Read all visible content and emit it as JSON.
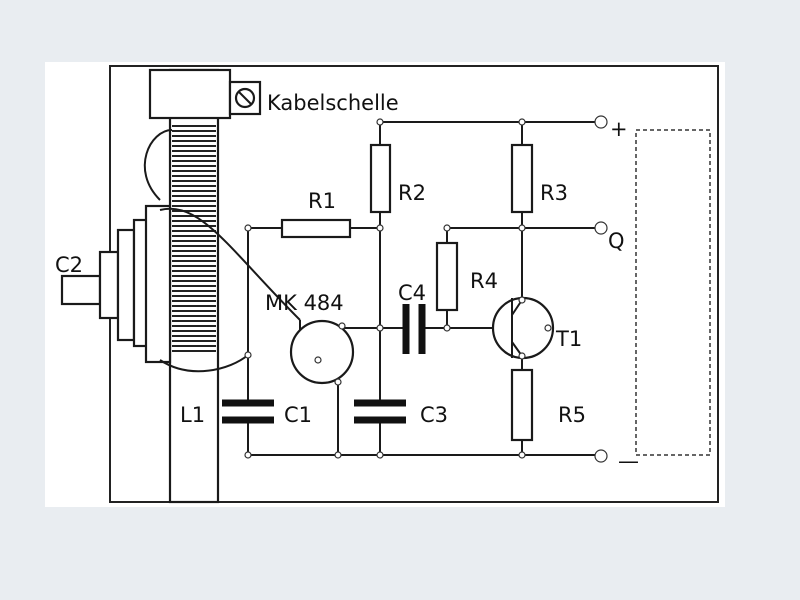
{
  "diagram": {
    "clamp_label": "Kabelschelle",
    "components": {
      "r1": "R1",
      "r2": "R2",
      "r3": "R3",
      "r4": "R4",
      "r5": "R5",
      "c1": "C1",
      "c2": "C2",
      "c3": "C3",
      "c4": "C4",
      "l1": "L1",
      "mic": "MK 484",
      "t1": "T1"
    },
    "terminals": {
      "plus": "+",
      "q": "Q",
      "minus": "—"
    }
  }
}
